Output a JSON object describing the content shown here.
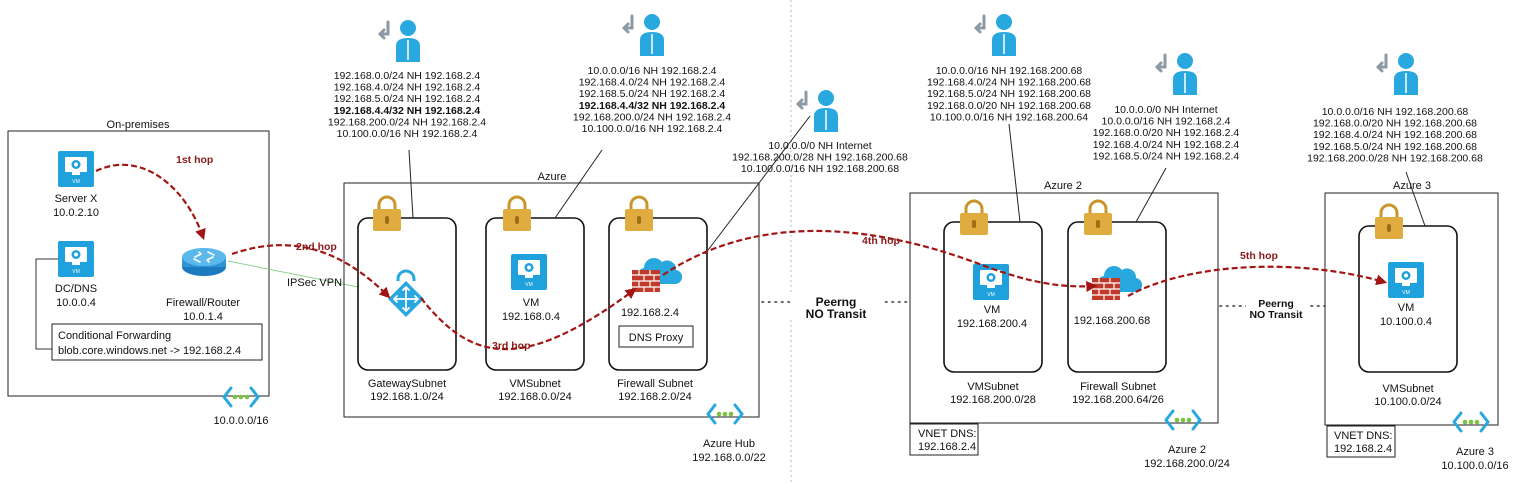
{
  "regions": {
    "onprem": {
      "title": "On-premises",
      "cidr": "10.0.0.0/16"
    },
    "hub": {
      "title": "Azure",
      "name": "Azure Hub",
      "cidr": "192.168.0.0/22"
    },
    "az2": {
      "title": "Azure 2",
      "name": "Azure 2",
      "cidr": "192.168.200.0/24",
      "dns_label": "VNET DNS:",
      "dns_ip": "192.168.2.4"
    },
    "az3": {
      "title": "Azure 3",
      "name": "Azure 3",
      "cidr": "10.100.0.0/16",
      "dns_label": "VNET DNS:",
      "dns_ip": "192.168.2.4"
    }
  },
  "onprem_nodes": {
    "server_name": "Server X",
    "server_ip": "10.0.2.10",
    "dc_name": "DC/DNS",
    "dc_ip": "10.0.0.4",
    "fw_name": "Firewall/Router",
    "fw_ip": "10.0.1.4",
    "cf_title": "Conditional Forwarding",
    "cf_rule": "blob.core.windows.net -> 192.168.2.4",
    "vpn_label": "IPSec VPN"
  },
  "hub_subnets": {
    "gw_name": "GatewaySubnet",
    "gw_cidr": "192.168.1.0/24",
    "vm_name": "VMSubnet",
    "vm_cidr": "192.168.0.0/24",
    "vm_label": "VM",
    "vm_ip": "192.168.0.4",
    "fw_name": "Firewall Subnet",
    "fw_cidr": "192.168.2.0/24",
    "fw_ip": "192.168.2.4",
    "dns_proxy": "DNS Proxy"
  },
  "az2_subnets": {
    "vm_name": "VMSubnet",
    "vm_cidr": "192.168.200.0/28",
    "vm_label": "VM",
    "vm_ip": "192.168.200.4",
    "fw_name": "Firewall Subnet",
    "fw_cidr": "192.168.200.64/26",
    "fw_ip": "192.168.200.68"
  },
  "az3_subnets": {
    "vm_name": "VMSubnet",
    "vm_cidr": "10.100.0.0/24",
    "vm_label": "VM",
    "vm_ip": "10.100.0.4"
  },
  "icon_text": {
    "vm": "VM"
  },
  "hops": {
    "h1": "1st hop",
    "h2": "2nd hop",
    "h3": "3rd hop",
    "h4": "4th hop",
    "h5": "5th hop"
  },
  "peerings": {
    "p1": {
      "line1": "Peerng",
      "line2": "NO Transit"
    },
    "p2": {
      "line1": "Peerng",
      "line2": "NO Transit"
    }
  },
  "route_tables": {
    "gw": [
      "192.168.0.0/24 NH 192.168.2.4",
      "192.168.4.0/24 NH 192.168.2.4",
      "192.168.5.0/24 NH 192.168.2.4",
      "192.168.4.4/32 NH 192.168.2.4",
      "192.168.200.0/24 NH 192.168.2.4",
      "10.100.0.0/16 NH 192.168.2.4"
    ],
    "vm": [
      "10.0.0.0/16 NH 192.168.2.4",
      "192.168.4.0/24 NH 192.168.2.4",
      "192.168.5.0/24 NH 192.168.2.4",
      "192.168.4.4/32 NH 192.168.2.4",
      "192.168.200.0/24 NH 192.168.2.4",
      "10.100.0.0/16 NH 192.168.2.4"
    ],
    "fw": [
      "10.0.0.0/0 NH Internet",
      "192.168.200.0/28 NH 192.168.200.68",
      "10.100.0.0/16 NH 192.168.200.68"
    ],
    "az2vm": [
      "10.0.0.0/16 NH 192.168.200.68",
      "192.168.4.0/24 NH 192.168.200.68",
      "192.168.5.0/24 NH 192.168.200.68",
      "192.168.0.0/20 NH 192.168.200.68",
      "10.100.0.0/16 NH 192.168.200.64"
    ],
    "az2fw": [
      "10.0.0.0/0 NH Internet",
      "10.0.0.0/16 NH 192.168.2.4",
      "192.168.0.0/20 NH 192.168.2.4",
      "192.168.4.0/24 NH 192.168.2.4",
      "192.168.5.0/24 NH 192.168.2.4"
    ],
    "az3vm": [
      "10.0.0.0/16 NH 192.168.200.68",
      "192.168.0.0/20 NH 192.168.200.68",
      "192.168.4.0/24 NH 192.168.200.68",
      "192.168.5.0/24 NH 192.168.200.68",
      "192.168.200.0/28 NH 192.168.200.68"
    ]
  },
  "colors": {
    "hop_path": "#a31515",
    "lock": "#d9a73a",
    "azure": "#29a8e0",
    "firewall": "#c0392b",
    "vpn_link": "#8fcf8f"
  }
}
